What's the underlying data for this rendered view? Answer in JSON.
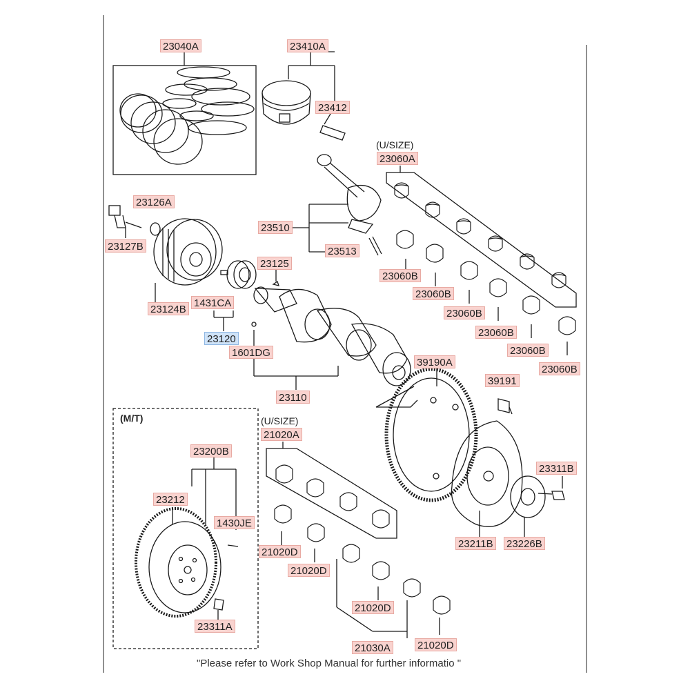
{
  "labels": {
    "l23040A": "23040A",
    "l23410A": "23410A",
    "l23412": "23412",
    "l23126A": "23126A",
    "l23127B": "23127B",
    "l23124B": "23124B",
    "l23510": "23510",
    "l23513": "23513",
    "l23125": "23125",
    "l1431CA": "1431CA",
    "l23120": "23120",
    "l1601DG": "1601DG",
    "l23110": "23110",
    "l23060A": "23060A",
    "l23060B_1": "23060B",
    "l23060B_2": "23060B",
    "l23060B_3": "23060B",
    "l23060B_4": "23060B",
    "l23060B_5": "23060B",
    "l23060B_6": "23060B",
    "l39190A": "39190A",
    "l39191": "39191",
    "l23311B": "23311B",
    "l23211B": "23211B",
    "l23226B": "23226B",
    "l23200B": "23200B",
    "l23212": "23212",
    "l1430JE": "1430JE",
    "l23311A": "23311A",
    "l21020A": "21020A",
    "l21020D_1": "21020D",
    "l21020D_2": "21020D",
    "l21020D_3": "21020D",
    "l21020D_4": "21020D",
    "l21030A": "21030A"
  },
  "notes": {
    "usize_top": "(U/SIZE)",
    "usize_bottom": "(U/SIZE)",
    "mt": "(M/T)"
  },
  "footer": "\"Please refer to Work Shop Manual for further informatio \"",
  "selected_part": "23120",
  "colors": {
    "label_bg": "#f9d3cf",
    "label_border": "#e8aaa3",
    "selected_bg": "#cfe3f8",
    "line": "#1a1a1a"
  }
}
